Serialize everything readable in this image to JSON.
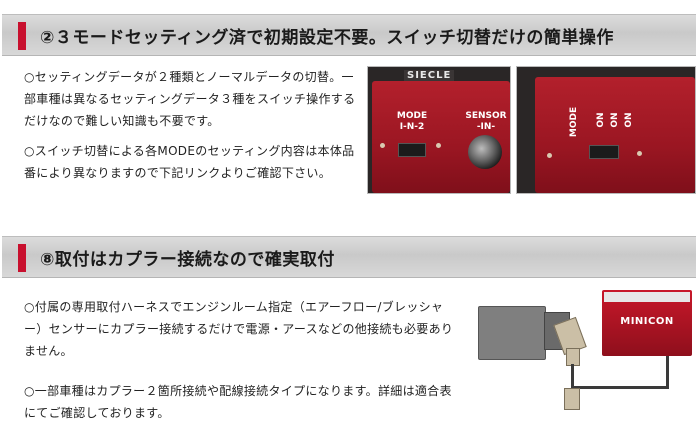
{
  "section1": {
    "title": "②３モードセッティング済で初期設定不要。スイッチ切替だけの簡単操作",
    "para1": "○セッティングデータが２種類とノーマルデータの切替。一部車種は異なるセッティングデータ３種をスイッチ操作するだけなので難しい知識も不要です。",
    "para2": "○スイッチ切替による各MODEのセッティング内容は本体品番により異なりますので下記リンクよりご確認下さい。",
    "photo_left": {
      "brand": "SIECLE",
      "mode_label": "MODE",
      "mode_sub": "I-N-2",
      "sensor_label": "SENSOR",
      "sensor_sub": "-IN-"
    },
    "photo_right": {
      "mode_label": "MODE",
      "switch_labels": [
        "ON",
        "ON",
        "ON"
      ]
    }
  },
  "section2": {
    "title": "⑧取付はカプラー接続なので確実取付",
    "para1": "○付属の専用取付ハーネスでエンジンルーム指定（エアーフロー/ブレッシャー）センサーにカプラー接続するだけで電源・アースなどの他接続も必要ありません。",
    "para2": "○一部車種はカプラー２箇所接続や配線接続タイプになります。詳細は適合表にてご確認しております。",
    "illustration": {
      "product_name": "MINICON"
    }
  },
  "colors": {
    "accent": "#c8102e",
    "header_bg": "#d0d0d0",
    "device_red": "#a0172a"
  }
}
